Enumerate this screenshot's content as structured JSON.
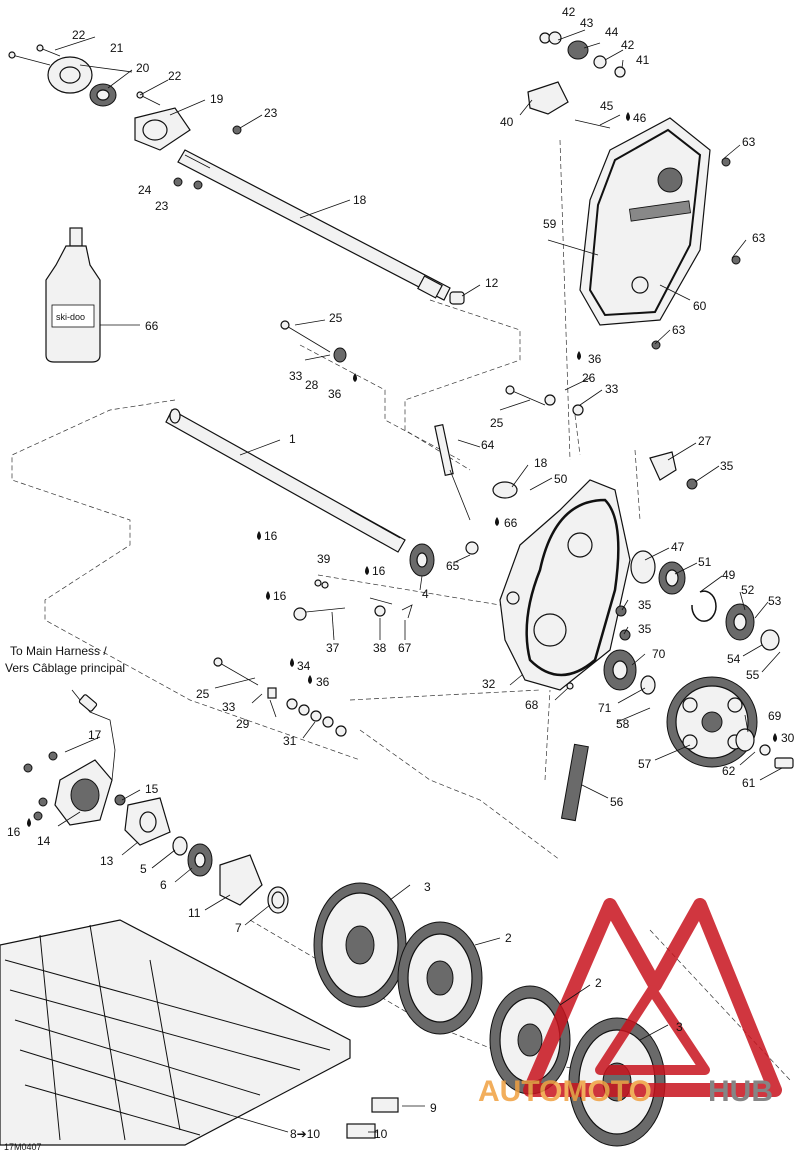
{
  "diagram_code": "17M0407",
  "harness_note": {
    "line1": "To Main Harness /",
    "line2": "Vers Câblage principal"
  },
  "callouts": {
    "c1": "1",
    "c2a": "2",
    "c2b": "2",
    "c3a": "3",
    "c3b": "3",
    "c4": "4",
    "c5": "5",
    "c6": "6",
    "c7": "7",
    "c8": "8➔10",
    "c9": "9",
    "c10": "10",
    "c11": "11",
    "c12": "12",
    "c13": "13",
    "c14": "14",
    "c15": "15",
    "c16a": "16",
    "c16b": "16",
    "c16c": "16",
    "c16d": "16",
    "c17": "17",
    "c18a": "18",
    "c18b": "18",
    "c19": "19",
    "c20": "20",
    "c21": "21",
    "c22a": "22",
    "c22b": "22",
    "c23a": "23",
    "c23b": "23",
    "c24": "24",
    "c25a": "25",
    "c25b": "25",
    "c25c": "25",
    "c26": "26",
    "c27": "27",
    "c28": "28",
    "c29": "29",
    "c30": "30",
    "c31": "31",
    "c32": "32",
    "c33a": "33",
    "c33b": "33",
    "c33c": "33",
    "c34": "34",
    "c35a": "35",
    "c35b": "35",
    "c35c": "35",
    "c36a": "36",
    "c36b": "36",
    "c36c": "36",
    "c37": "37",
    "c38": "38",
    "c39": "39",
    "c40": "40",
    "c41": "41",
    "c42a": "42",
    "c42b": "42",
    "c43": "43",
    "c44": "44",
    "c45": "45",
    "c46": "46",
    "c47": "47",
    "c49": "49",
    "c50": "50",
    "c51": "51",
    "c52": "52",
    "c53": "53",
    "c54": "54",
    "c55": "55",
    "c56": "56",
    "c57": "57",
    "c58": "58",
    "c59": "59",
    "c60": "60",
    "c61": "61",
    "c62": "62",
    "c63a": "63",
    "c63b": "63",
    "c63c": "63",
    "c64": "64",
    "c65": "65",
    "c66a": "66",
    "c66b": "66",
    "c67": "67",
    "c68": "68",
    "c69": "69",
    "c70": "70",
    "c71": "71"
  },
  "bottle_brand": "ski-doo",
  "watermark": {
    "text_left": "AUTOMOTO",
    "text_right": "HUB",
    "color_red": "#c8141e",
    "color_orange": "#f0a040",
    "color_gray": "#707070"
  },
  "colors": {
    "ink": "#111111",
    "paper": "#ffffff"
  }
}
